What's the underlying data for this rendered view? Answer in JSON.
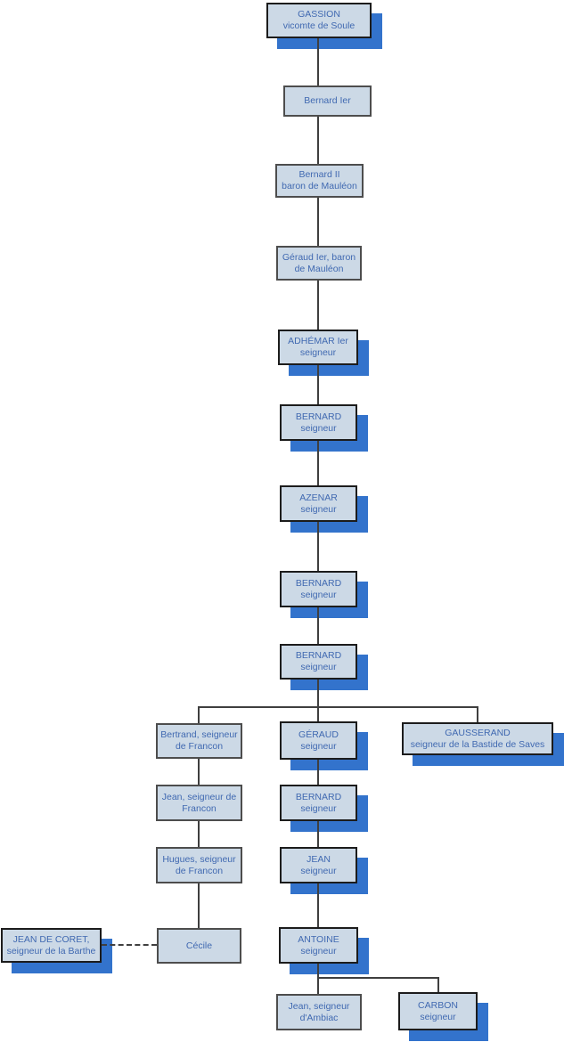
{
  "colors": {
    "box_fill": "#ccd9e6",
    "box_border_plain": "#4d4d4d",
    "box_border_shadowed": "#1c1c1c",
    "shadow": "#3373cc",
    "text": "#4069b1",
    "connector": "#3f3f3f"
  },
  "nodes": {
    "gassion": {
      "line1": "GASSION",
      "line2": "vicomte de Soule"
    },
    "bernard_ier": {
      "line1": "Bernard Ier"
    },
    "bernard_ii": {
      "line1": "Bernard II",
      "line2": "baron de Mauléon"
    },
    "geraud_ier": {
      "line1": "Géraud Ier, baron",
      "line2": "de Mauléon"
    },
    "adhemar": {
      "line1": "ADHÉMAR Ier",
      "line2": "seigneur"
    },
    "bernard_a": {
      "line1": "BERNARD",
      "line2": "seigneur"
    },
    "azenar": {
      "line1": "AZENAR",
      "line2": "seigneur"
    },
    "bernard_b": {
      "line1": "BERNARD",
      "line2": "seigneur"
    },
    "bernard_c": {
      "line1": "BERNARD",
      "line2": "seigneur"
    },
    "bertrand": {
      "line1": "Bertrand, seigneur",
      "line2": "de Francon"
    },
    "geraud": {
      "line1": "GÉRAUD",
      "line2": "seigneur"
    },
    "gausserand": {
      "line1": "GAUSSERAND",
      "line2": "seigneur de la Bastide de Saves"
    },
    "jean_francon": {
      "line1": "Jean, seigneur de",
      "line2": "Francon"
    },
    "hugues": {
      "line1": "Hugues, seigneur",
      "line2": "de Francon"
    },
    "cecile": {
      "line1": "Cécile"
    },
    "jean_coret": {
      "line1": "JEAN DE CORET,",
      "line2": "seigneur de la Barthe"
    },
    "bernard_d": {
      "line1": "BERNARD",
      "line2": "seigneur"
    },
    "jean": {
      "line1": "JEAN",
      "line2": "seigneur"
    },
    "antoine": {
      "line1": "ANTOINE",
      "line2": "seigneur"
    },
    "jean_ambiac": {
      "line1": "Jean, seigneur",
      "line2": "d'Ambiac"
    },
    "carbon": {
      "line1": "CARBON",
      "line2": "seigneur"
    }
  },
  "edges": [
    [
      "gassion",
      "bernard_ier"
    ],
    [
      "bernard_ier",
      "bernard_ii"
    ],
    [
      "bernard_ii",
      "geraud_ier"
    ],
    [
      "geraud_ier",
      "adhemar"
    ],
    [
      "adhemar",
      "bernard_a"
    ],
    [
      "bernard_a",
      "azenar"
    ],
    [
      "azenar",
      "bernard_b"
    ],
    [
      "bernard_b",
      "bernard_c"
    ],
    [
      "bernard_c",
      "bertrand"
    ],
    [
      "bernard_c",
      "geraud"
    ],
    [
      "bernard_c",
      "gausserand"
    ],
    [
      "bertrand",
      "jean_francon"
    ],
    [
      "jean_francon",
      "hugues"
    ],
    [
      "hugues",
      "cecile"
    ],
    [
      "geraud",
      "bernard_d"
    ],
    [
      "bernard_d",
      "jean"
    ],
    [
      "jean",
      "antoine"
    ],
    [
      "antoine",
      "jean_ambiac"
    ],
    [
      "antoine",
      "carbon"
    ]
  ],
  "marriage_edge_dashed": [
    "jean_coret",
    "cecile"
  ]
}
